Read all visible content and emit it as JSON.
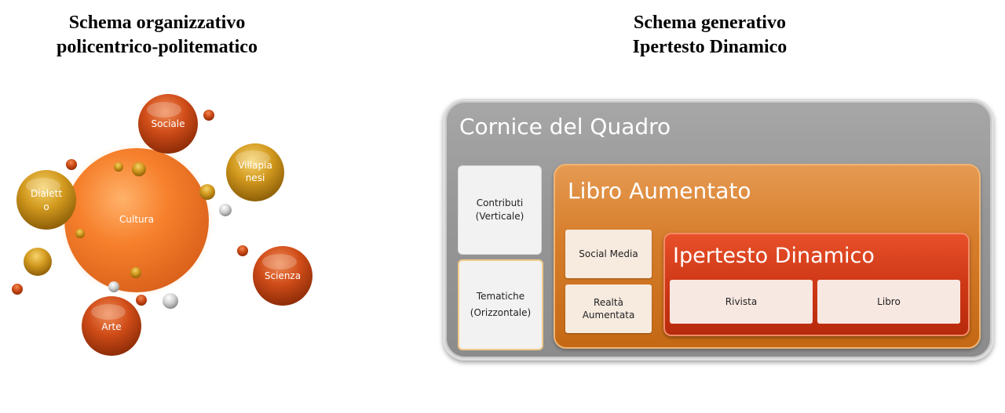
{
  "left_scheme": {
    "title_line1": "Schema organizzativo",
    "title_line2": "policentrico-politematico",
    "center_label": "Cultura",
    "satellites": [
      {
        "key": "sociale",
        "label_lines": [
          "Sociale"
        ],
        "color": "orange-red"
      },
      {
        "key": "villapianesi",
        "label_lines": [
          "Villapia",
          "nesi"
        ],
        "color": "gold"
      },
      {
        "key": "scienza",
        "label_lines": [
          "Scienza"
        ],
        "color": "orange-red"
      },
      {
        "key": "arte",
        "label_lines": [
          "Arte"
        ],
        "color": "orange-red"
      },
      {
        "key": "dialetto",
        "label_lines": [
          "Dialett",
          "o"
        ],
        "color": "gold"
      }
    ]
  },
  "right_scheme": {
    "title_line1": "Schema generativo",
    "title_line2": "Ipertesto Dinamico",
    "frame_title": "Cornice del Quadro",
    "vertical_card": {
      "line1": "Contributi",
      "line2": "(Verticale)"
    },
    "horizontal_card": {
      "line1": "Tematiche",
      "line2": "(Orizzontale)"
    },
    "augmented_title": "Libro Aumentato",
    "social_card": "Social Media",
    "ar_card": {
      "line1": "Realtà",
      "line2": "Aumentata"
    },
    "hypertext_title": "Ipertesto Dinamico",
    "rivista_card": "Rivista",
    "libro_card": "Libro"
  },
  "colors": {
    "orange_center": "#f47f2a",
    "orange_red": "#c8471a",
    "gold": "#c98e18",
    "silver": "#c8c8c8",
    "frame_gray": "#999999",
    "augmented_orange": "#d67e2c",
    "hypertext_red": "#d13a18"
  }
}
